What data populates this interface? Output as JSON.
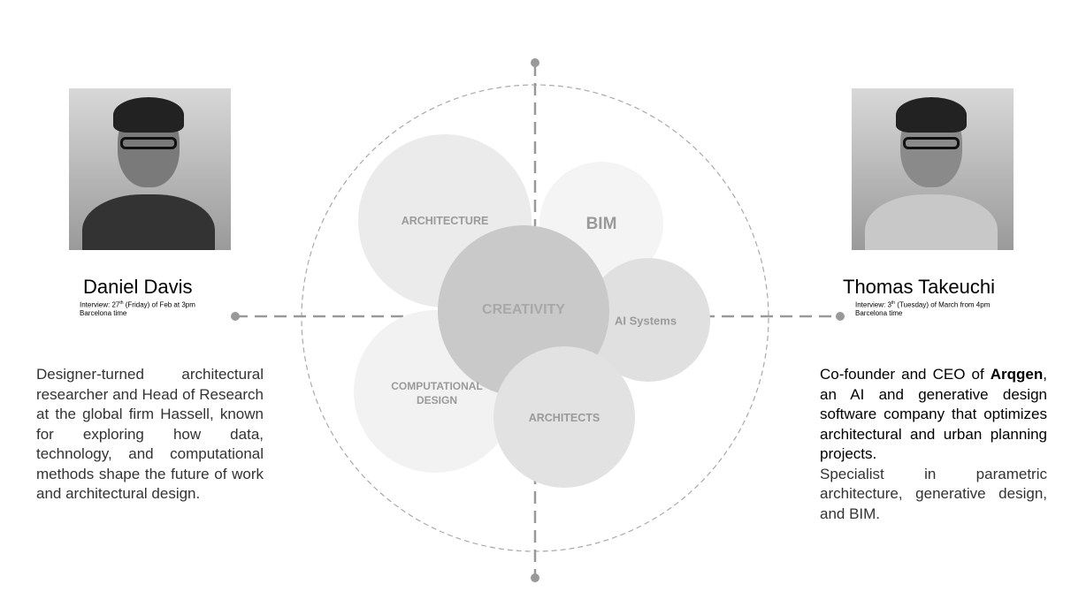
{
  "left_person": {
    "name": "Daniel Davis",
    "interview_line1": "Interview: 27",
    "interview_sup": "th",
    "interview_line1_rest": " (Friday) of Feb at 3pm",
    "interview_line2": "Barcelona time",
    "bio": "Designer-turned architectural researcher and Head of Research at the global firm Hassell, known for exploring how data, technology, and computational methods shape the future of work and architectural design."
  },
  "right_person": {
    "name": "Thomas Takeuchi",
    "interview_line1": "Interview: 3",
    "interview_sup": "th",
    "interview_line1_rest": " (Tuesday) of March from 4pm",
    "interview_line2": "Barcelona time",
    "bio_pre": "Co-founder and CEO of ",
    "bio_bold": "Arqgen",
    "bio_post": ", an AI and generative design software company that optimizes architectural and urban planning projects.",
    "bio2": "Specialist in parametric architecture, generative design, and BIM."
  },
  "circles": {
    "architecture": "ARCHITECTURE",
    "bim": "BIM",
    "creativity": "CREATIVITY",
    "ai_systems": "AI Systems",
    "computational_1": "COMPUTATIONAL",
    "computational_2": "DESIGN",
    "architects": "ARCHITECTS"
  }
}
